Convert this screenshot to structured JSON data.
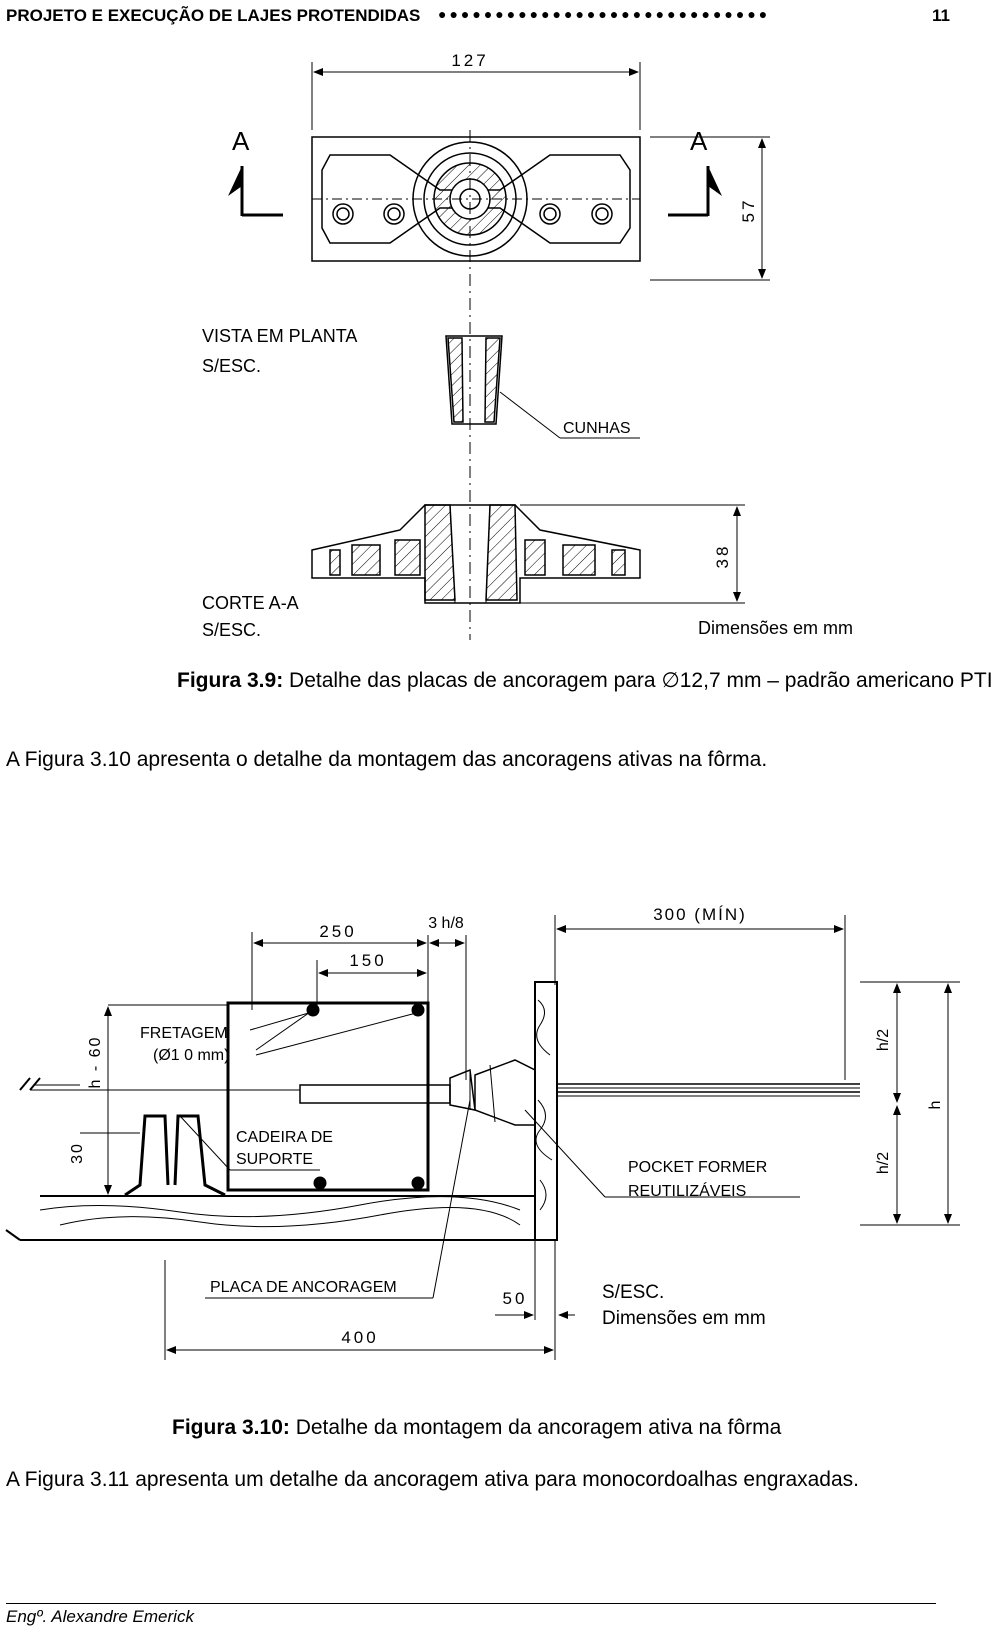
{
  "header": {
    "title": "PROJETO E EXECUÇÃO DE LAJES PROTENDIDAS",
    "page": "11"
  },
  "fig39": {
    "dim_width": "127",
    "dim_height": "57",
    "dim_38": "38",
    "section_label_left": "A",
    "section_label_right": "A",
    "plan_label_1": "VISTA EM PLANTA",
    "plan_label_2": "S/ESC.",
    "wedges_label": "CUNHAS",
    "section_label_1": "CORTE A-A",
    "section_label_2": "S/ESC.",
    "units": "Dimensões em mm",
    "caption_bold": "Figura 3.9:",
    "caption_pre": " Detalhe das placas de ancoragem para ",
    "caption_symbol": "∅",
    "caption_post": "12,7 mm – padrão americano PTI"
  },
  "paragraph1": "A Figura 3.10 apresenta o detalhe da montagem das ancoragens ativas na fôrma.",
  "fig310": {
    "d250": "250",
    "d150": "150",
    "d3h8": "3 h/8",
    "d300": "300 (MÍN)",
    "h60": "h - 60",
    "d30": "30",
    "fretagem_1": "FRETAGEM",
    "fretagem_2": "(Ø1 0 mm)",
    "cadeira_1": "CADEIRA DE",
    "cadeira_2": "SUPORTE",
    "pocket_1": "POCKET FORMER",
    "pocket_2": "REUTILIZÁVEIS",
    "h2_top": "h/2",
    "h2_bot": "h/2",
    "h": "h",
    "placa": "PLACA DE ANCORAGEM",
    "d400": "400",
    "d50": "50",
    "scale": "S/ESC.",
    "units": "Dimensões em mm",
    "caption_bold": "Figura 3.10:",
    "caption_text": " Detalhe da montagem da ancoragem ativa na fôrma"
  },
  "paragraph2": "A Figura 3.11 apresenta um detalhe da ancoragem ativa para monocordoalhas engraxadas.",
  "footer": "Engº. Alexandre Emerick"
}
